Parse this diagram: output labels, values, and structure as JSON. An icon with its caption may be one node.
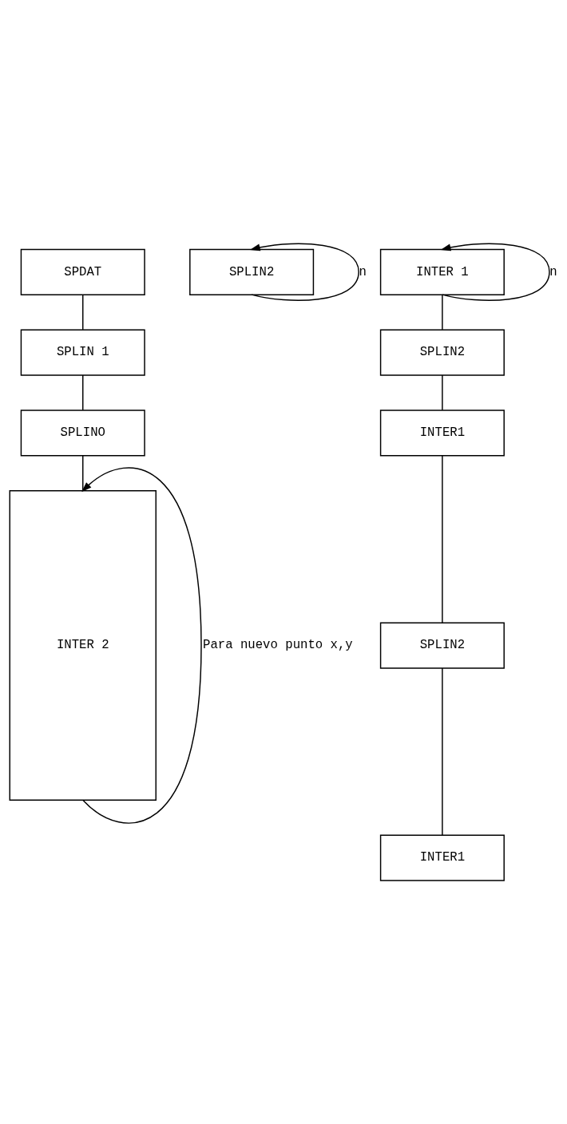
{
  "diagram": {
    "nodes": [
      {
        "text": [
          "SPDAT"
        ]
      },
      {
        "text": [
          "SPLIN 1"
        ]
      },
      {
        "text": [
          "SPLINO"
        ]
      },
      {
        "text": [
          "SPLIN2"
        ]
      },
      {
        "text": [
          "INTER 2"
        ]
      },
      {
        "text": [
          "INTER 1"
        ]
      },
      {
        "text": [
          "SPLIN2"
        ]
      },
      {
        "text": [
          "INTER1"
        ]
      },
      {
        "text": [
          "SPLIN2"
        ]
      },
      {
        "text": [
          "INTER1"
        ]
      }
    ],
    "edges": [
      {
        "from": 0,
        "to": 1,
        "arrow": "none"
      },
      {
        "from": 1,
        "to": 2,
        "arrow": "none"
      },
      {
        "from": 2,
        "to": 4,
        "arrow": "none"
      },
      {
        "from": 3,
        "to": 3,
        "arrow": "to",
        "label": "n"
      },
      {
        "from": 4,
        "to": 4,
        "arrow": "to",
        "label": "Para nuevo punto x,y"
      },
      {
        "from": 5,
        "to": 5,
        "arrow": "to",
        "label": "n"
      },
      {
        "from": 5,
        "to": 6,
        "arrow": "none"
      },
      {
        "from": 6,
        "to": 7,
        "arrow": "none"
      },
      {
        "from": 7,
        "to": 8,
        "arrow": "none"
      },
      {
        "from": 8,
        "to": 9,
        "arrow": "none"
      }
    ]
  }
}
